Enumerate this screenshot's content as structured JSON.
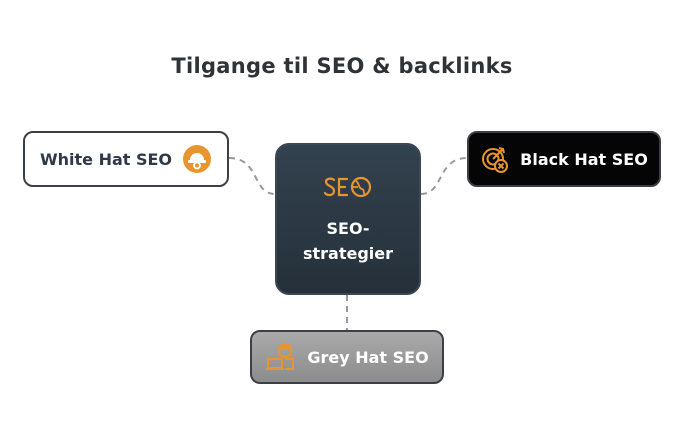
{
  "title": "Tilgange til SEO & backlinks",
  "center": {
    "label": "SEO-strategier",
    "icon": "seo-globe-icon"
  },
  "nodes": {
    "white": {
      "label": "White Hat SEO",
      "icon": "hardhat-gear-icon"
    },
    "black": {
      "label": "Black Hat SEO",
      "icon": "target-x-icon"
    },
    "grey": {
      "label": "Grey Hat SEO",
      "icon": "worker-laptop-icon"
    }
  },
  "colors": {
    "accent": "#e8952f",
    "center": "#2d3a45",
    "dark": "#050505",
    "grey": "#9a9a9a"
  }
}
